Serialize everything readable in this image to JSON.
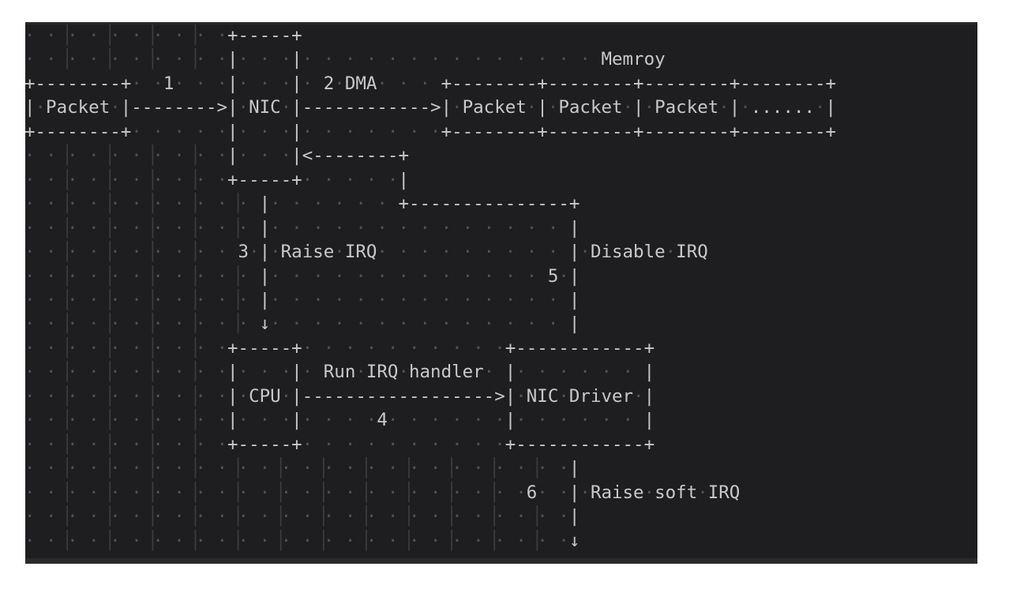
{
  "page": {
    "background_color": "#ffffff"
  },
  "terminal": {
    "background_color": "#1e1e20",
    "text_color": "#c9c9c9",
    "dot_color": "#515157",
    "guide_color": "#3b3b40",
    "top_strip_color": "#28282b",
    "bottom_strip_color": "#2a2a2d"
  },
  "diagram": {
    "memory_label": "Memroy",
    "nodes": [
      "Packet",
      "NIC",
      "Memroy",
      "CPU",
      "NIC Driver"
    ],
    "steps": {
      "1": "Packet to NIC",
      "2": "DMA",
      "3": "Raise IRQ",
      "4": "Run IRQ handler",
      "5": "Disable IRQ",
      "6": "Raise soft IRQ"
    },
    "lines": [
      "                   +-----+",
      "                   |     |                            Memroy",
      "+--------+   1     |     |  2 DMA      +--------+--------+--------+--------+",
      "| Packet |-------->| NIC |------------>| Packet | Packet | Packet | ...... |",
      "+--------+         |     |             +--------+--------+--------+--------+",
      "                   |     |<--------+",
      "                   +-----+         |",
      "                      |            +---------------+",
      "                      |                            |",
      "                    3 | Raise IRQ                  | Disable IRQ",
      "                      |                          5 |",
      "                      |                            |",
      "                      ↓                            |",
      "                   +-----+                   +------------+",
      "                   |     |  Run IRQ handler  |            |",
      "                   | CPU |------------------>| NIC Driver |",
      "                   |     |       4           |            |",
      "                   +-----+                   +------------+",
      "                                                   |",
      "                                               6   | Raise soft IRQ",
      "                                                   |",
      "                                                   ↓"
    ]
  }
}
